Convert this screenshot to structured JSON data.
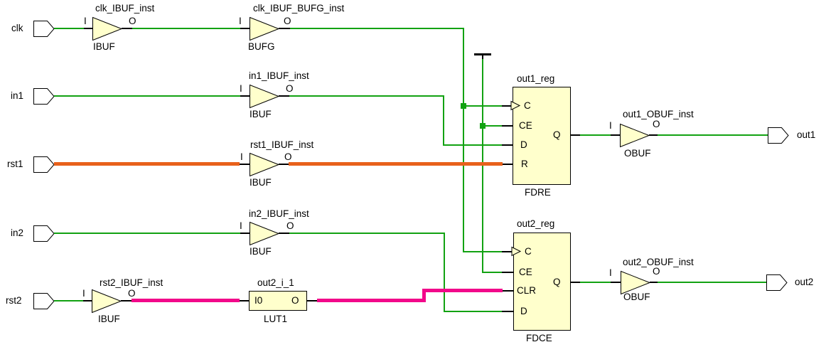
{
  "colors": {
    "background": "#ffffff",
    "wire_green": "#12a212",
    "net_orange": "#e8611b",
    "net_magenta": "#f2088a",
    "cell_fill": "#ffffcc",
    "cell_border": "#000000"
  },
  "ports": {
    "clk": "clk",
    "in1": "in1",
    "rst1": "rst1",
    "in2": "in2",
    "rst2": "rst2",
    "out1": "out1",
    "out2": "out2"
  },
  "cells": {
    "clk_ibuf": {
      "instance": "clk_IBUF_inst",
      "type": "IBUF",
      "pin_in": "I",
      "pin_out": "O"
    },
    "clk_bufg": {
      "instance": "clk_IBUF_BUFG_inst",
      "type": "BUFG",
      "pin_in": "I",
      "pin_out": "O"
    },
    "in1_ibuf": {
      "instance": "in1_IBUF_inst",
      "type": "IBUF",
      "pin_in": "I",
      "pin_out": "O"
    },
    "rst1_ibuf": {
      "instance": "rst1_IBUF_inst",
      "type": "IBUF",
      "pin_in": "I",
      "pin_out": "O"
    },
    "in2_ibuf": {
      "instance": "in2_IBUF_inst",
      "type": "IBUF",
      "pin_in": "I",
      "pin_out": "O"
    },
    "rst2_ibuf": {
      "instance": "rst2_IBUF_inst",
      "type": "IBUF",
      "pin_in": "I",
      "pin_out": "O"
    },
    "out2_lut": {
      "instance": "out2_i_1",
      "type": "LUT1",
      "pin_in": "I0",
      "pin_out": "O"
    },
    "out1_reg": {
      "instance": "out1_reg",
      "type": "FDRE",
      "pin_c": "C",
      "pin_ce": "CE",
      "pin_d": "D",
      "pin_r": "R",
      "pin_q": "Q"
    },
    "out2_reg": {
      "instance": "out2_reg",
      "type": "FDCE",
      "pin_c": "C",
      "pin_ce": "CE",
      "pin_clr": "CLR",
      "pin_d": "D",
      "pin_q": "Q"
    },
    "out1_obuf": {
      "instance": "out1_OBUF_inst",
      "type": "OBUF",
      "pin_in": "I",
      "pin_out": "O"
    },
    "out2_obuf": {
      "instance": "out2_OBUF_inst",
      "type": "OBUF",
      "pin_in": "I",
      "pin_out": "O"
    }
  }
}
